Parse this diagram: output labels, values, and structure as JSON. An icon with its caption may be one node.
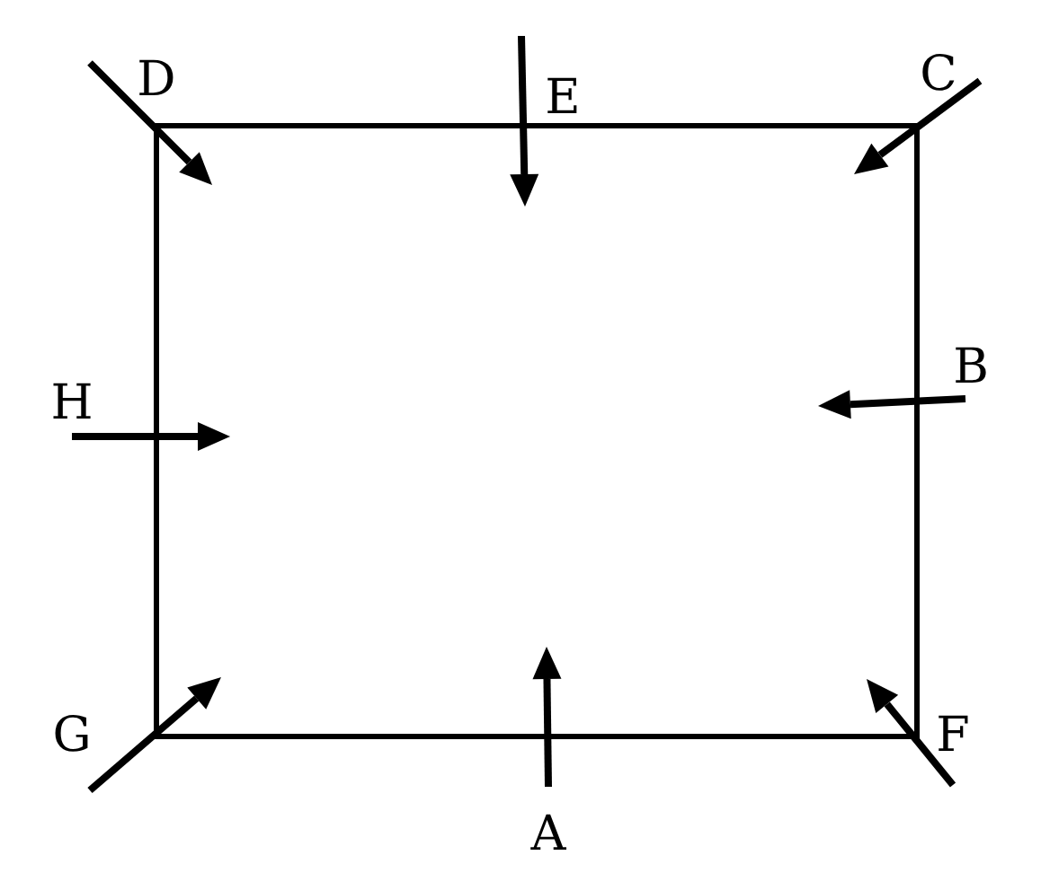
{
  "diagram": {
    "labels": [
      "D",
      "E",
      "C",
      "H",
      "B",
      "G",
      "F",
      "A"
    ]
  }
}
